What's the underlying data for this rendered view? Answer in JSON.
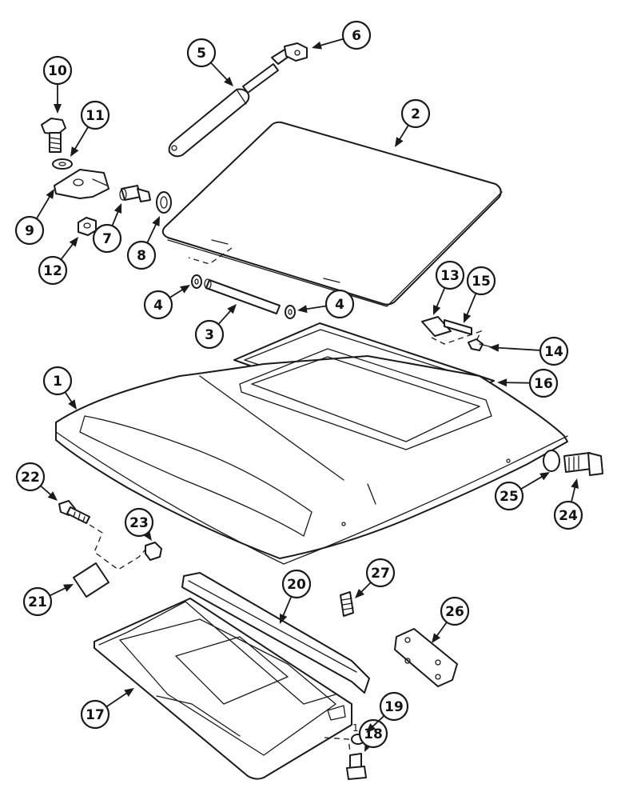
{
  "colors": {
    "line": "#1a1a1a",
    "background": "#ffffff"
  },
  "callouts": [
    {
      "label": "1"
    },
    {
      "label": "2"
    },
    {
      "label": "3"
    },
    {
      "label": "4"
    },
    {
      "label": "4"
    },
    {
      "label": "5"
    },
    {
      "label": "6"
    },
    {
      "label": "7"
    },
    {
      "label": "8"
    },
    {
      "label": "9"
    },
    {
      "label": "10"
    },
    {
      "label": "11"
    },
    {
      "label": "12"
    },
    {
      "label": "13"
    },
    {
      "label": "14"
    },
    {
      "label": "15"
    },
    {
      "label": "16"
    },
    {
      "label": "17"
    },
    {
      "label": "18"
    },
    {
      "label": "19"
    },
    {
      "label": "20"
    },
    {
      "label": "21"
    },
    {
      "label": "22"
    },
    {
      "label": "23"
    },
    {
      "label": "24"
    },
    {
      "label": "25"
    },
    {
      "label": "26"
    },
    {
      "label": "27"
    }
  ],
  "annotations": {
    "washer_qty": "1"
  }
}
